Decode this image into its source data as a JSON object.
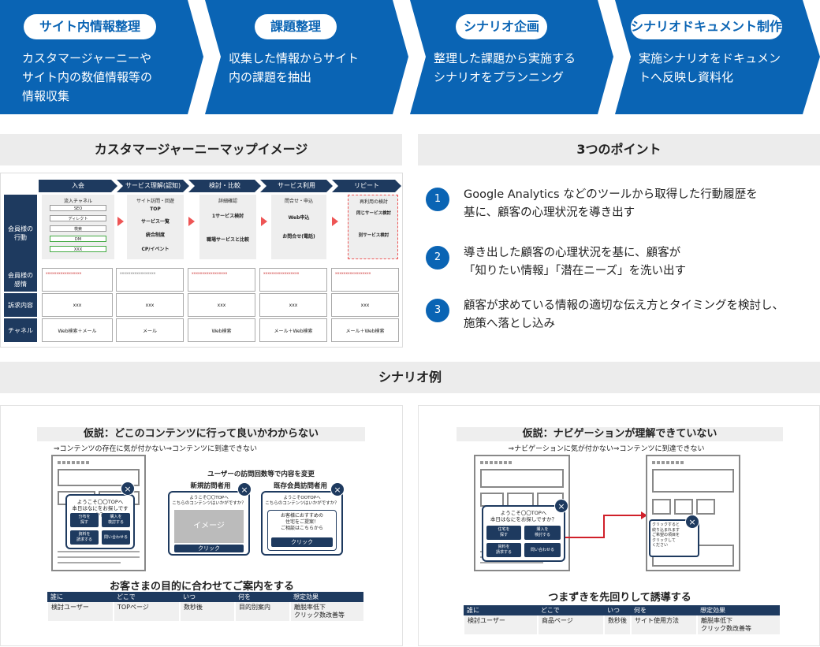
{
  "steps": [
    {
      "title": "サイト内情報整理",
      "desc": "カスタマージャーニーや\nサイト内の数値情報等の\n情報収集"
    },
    {
      "title": "課題整理",
      "desc": "収集した情報からサイト\n内の課題を抽出"
    },
    {
      "title": "シナリオ企画",
      "desc": "整理した課題から実施する\nシナリオをプランニング"
    },
    {
      "title": "シナリオドキュメント制作",
      "desc": "実施シナリオをドキュメン\nトへ反映し資料化"
    }
  ],
  "sections": {
    "journey": "カスタマージャーニーマップイメージ",
    "points": "3つのポイント",
    "scenario": "シナリオ例"
  },
  "journey": {
    "phases": [
      "入会",
      "サービス理解(認知)",
      "検討・比較",
      "サービス利用",
      "リピート"
    ],
    "rows": [
      "会員様の\n行動",
      "会員様の\n感情",
      "訴求内容",
      "チャネル"
    ],
    "phase_titles": [
      "流入チャネル",
      "サイト訪問・回遊",
      "詳細確認",
      "問合せ・申込",
      "再利用の検討"
    ],
    "inflow": [
      "SEO",
      "ディレクト",
      "検索",
      "DM",
      "XXX"
    ],
    "step2": [
      "TOP",
      "サービス一覧",
      "統合制度",
      "CP/イベント"
    ],
    "step3": [
      "1サービス検討",
      "職場サービスと比較"
    ],
    "step4": [
      "Web申込",
      "お問合せ(電話)"
    ],
    "step5": [
      "同じサービス検討",
      "別サービス検討"
    ],
    "emo_text": "xxxxxxxxxxxxxxxxx",
    "appeal": [
      "xxx",
      "xxx",
      "xxx",
      "xxx",
      "xxx"
    ],
    "channel": [
      "Web検索＋メール",
      "メール",
      "Web検索",
      "メール＋Web検索",
      "メール＋Web検索"
    ]
  },
  "points": [
    {
      "num": "1",
      "text": "Google Analytics などのツールから取得した行動履歴を\n基に、顧客の心理状況を導き出す"
    },
    {
      "num": "2",
      "text": "導き出した顧客の心理状況を基に、顧客が\n「知りたい情報」「潜在ニーズ」を洗い出す"
    },
    {
      "num": "3",
      "text": "顧客が求めている情報の適切な伝え方とタイミングを検討し、\n施策へ落とし込み"
    }
  ],
  "scenario_left": {
    "hypothesis": "仮説：どこのコンテンツに行って良いかわからない",
    "sub": "⇒コンテンツの存在に気が付かない⇒コンテンツに到達できない",
    "popup_text": "ようこそ〇〇TOPへ\n本日はなにをお探しですか？",
    "buttons": [
      "分布を\n探す",
      "購入を\n検討する",
      "資料を\n請求する",
      "問い合わせる"
    ],
    "change_label": "ユーザーの訪問回数等で内容を変更",
    "new_label": "新規訪問者用",
    "repeat_label": "既存会員訪問者用",
    "new_text": "ようこそ〇〇TOPへ\nこちらのコンテンツはいかがですか？",
    "image_label": "イメージ",
    "click": "クリック",
    "repeat_text": "ようこそOOTOPへ\nこちらのコンテンツはいかがですか？",
    "repeat_inner": "お客様におすすめの\n住宅をご提案！\nご相談はこちらから",
    "title": "お客さまの目的に合わせてご案内をする",
    "headers": [
      "誰に",
      "どこで",
      "いつ",
      "何を",
      "想定効果"
    ],
    "row": [
      "検討ユーザー",
      "TOPページ",
      "数秒後",
      "目的別案内",
      "離脱率低下\nクリック数改善等"
    ]
  },
  "scenario_right": {
    "hypothesis": "仮説：ナビゲーションが理解できていない",
    "sub": "⇒ナビゲーションに気が付かない⇒コンテンツに到達できない",
    "popup_text": "ようこそ〇〇TOPへ\n本日はなにをお探しですか？",
    "buttons": [
      "住宅を\n探す",
      "購入を\n検討する",
      "資料を\n請求する",
      "問い合わせる"
    ],
    "tip_text": "クリックすると\n絞り込まれます\nご希望の項目を\nクリックして\nください",
    "title": "つまずきを先回りして誘導する",
    "headers": [
      "誰に",
      "どこで",
      "いつ",
      "何を",
      "想定効果"
    ],
    "row": [
      "検討ユーザー",
      "商品ページ",
      "数秒後",
      "サイト使用方法",
      "離脱率低下\nクリック数改善等"
    ]
  },
  "colors": {
    "blue": "#0a64b4",
    "navy": "#1e3a5f",
    "grey": "#ececec",
    "red": "#d0202a"
  }
}
